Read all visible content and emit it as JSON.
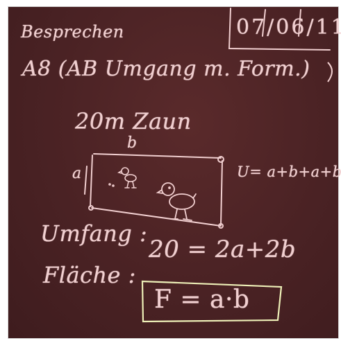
{
  "board": {
    "title": "Besprechen",
    "subtitle": "A8 (AB Umgang m. Form.)",
    "date": "07/06/11",
    "fence_label": "20m Zaun",
    "side_b": "b",
    "side_a": "a",
    "perimeter_formula": "U= a+b+a+b",
    "umfang_label": "Umfang :",
    "umfang_formula": "20 = 2a+2b",
    "flaeche_label": "Fläche :",
    "flaeche_formula": "F = a·b"
  },
  "colors": {
    "board": "#4a2224",
    "chalk_pink": "#f1cfd0",
    "chalk_yellow": "#eef0b8"
  },
  "icons": [
    "chick-small-drawing",
    "chick-large-drawing",
    "rectangle-fence-drawing"
  ]
}
